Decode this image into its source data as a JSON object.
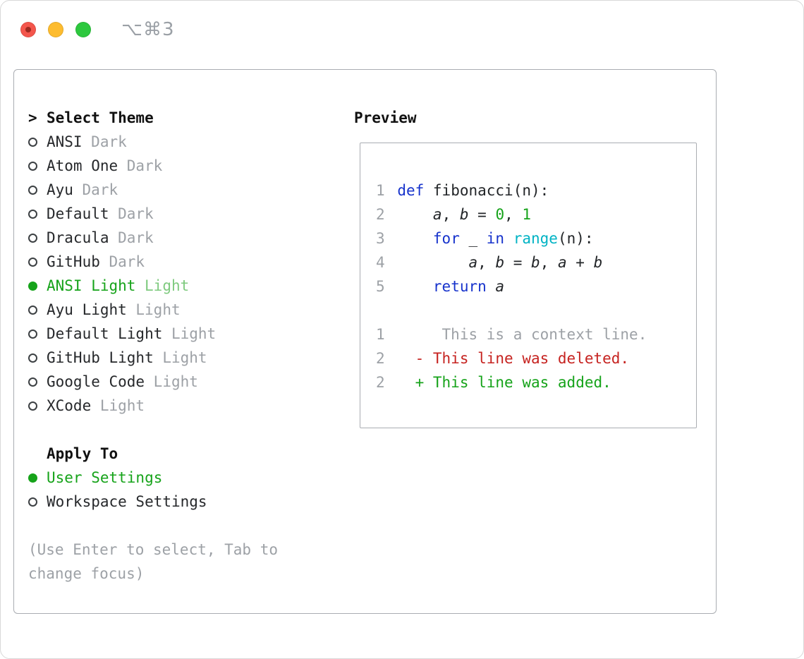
{
  "window": {
    "shortcut_label": "⌥⌘3"
  },
  "colors": {
    "keyword": "#1733cc",
    "number": "#16a31a",
    "function": "#00b3c4",
    "added": "#16a31a",
    "deleted": "#c62320",
    "context": "#9da1a6",
    "muted": "#9da1a6",
    "selected": "#16a31a",
    "text": "#222528"
  },
  "theme_picker": {
    "prompt": ">",
    "title": "Select Theme",
    "items": [
      {
        "name": "ANSI",
        "variant": "Dark",
        "selected": false
      },
      {
        "name": "Atom One",
        "variant": "Dark",
        "selected": false
      },
      {
        "name": "Ayu",
        "variant": "Dark",
        "selected": false
      },
      {
        "name": "Default",
        "variant": "Dark",
        "selected": false
      },
      {
        "name": "Dracula",
        "variant": "Dark",
        "selected": false
      },
      {
        "name": "GitHub",
        "variant": "Dark",
        "selected": false
      },
      {
        "name": "ANSI Light",
        "variant": "Light",
        "selected": true
      },
      {
        "name": "Ayu Light",
        "variant": "Light",
        "selected": false
      },
      {
        "name": "Default Light",
        "variant": "Light",
        "selected": false
      },
      {
        "name": "GitHub Light",
        "variant": "Light",
        "selected": false
      },
      {
        "name": "Google Code",
        "variant": "Light",
        "selected": false
      },
      {
        "name": "XCode",
        "variant": "Light",
        "selected": false
      }
    ]
  },
  "apply_to": {
    "title": "Apply To",
    "options": [
      {
        "label": "User Settings",
        "selected": true
      },
      {
        "label": "Workspace Settings",
        "selected": false
      }
    ]
  },
  "hint": "(Use Enter to select, Tab to change focus)",
  "preview": {
    "title": "Preview",
    "code_lines": [
      {
        "num": "1",
        "tokens": [
          {
            "t": "def",
            "s": "kw"
          },
          {
            "t": " fibonacci(n):",
            "s": "p"
          }
        ]
      },
      {
        "num": "2",
        "tokens": [
          {
            "t": "    ",
            "s": "p"
          },
          {
            "t": "a",
            "s": "v"
          },
          {
            "t": ", ",
            "s": "p"
          },
          {
            "t": "b",
            "s": "v"
          },
          {
            "t": " = ",
            "s": "p"
          },
          {
            "t": "0",
            "s": "num"
          },
          {
            "t": ", ",
            "s": "p"
          },
          {
            "t": "1",
            "s": "num"
          }
        ]
      },
      {
        "num": "3",
        "tokens": [
          {
            "t": "    ",
            "s": "p"
          },
          {
            "t": "for",
            "s": "kw"
          },
          {
            "t": " _ ",
            "s": "p"
          },
          {
            "t": "in",
            "s": "kw"
          },
          {
            "t": " ",
            "s": "p"
          },
          {
            "t": "range",
            "s": "fn"
          },
          {
            "t": "(n):",
            "s": "p"
          }
        ]
      },
      {
        "num": "4",
        "tokens": [
          {
            "t": "        ",
            "s": "p"
          },
          {
            "t": "a",
            "s": "v"
          },
          {
            "t": ", ",
            "s": "p"
          },
          {
            "t": "b",
            "s": "v"
          },
          {
            "t": " = ",
            "s": "p"
          },
          {
            "t": "b",
            "s": "v"
          },
          {
            "t": ", ",
            "s": "p"
          },
          {
            "t": "a",
            "s": "v"
          },
          {
            "t": " + ",
            "s": "p"
          },
          {
            "t": "b",
            "s": "v"
          }
        ]
      },
      {
        "num": "5",
        "tokens": [
          {
            "t": "    ",
            "s": "p"
          },
          {
            "t": "return",
            "s": "kw"
          },
          {
            "t": " ",
            "s": "p"
          },
          {
            "t": "a",
            "s": "v"
          }
        ]
      }
    ],
    "diff_lines": [
      {
        "num": "1",
        "kind": "context",
        "text": "     This is a context line."
      },
      {
        "num": "2",
        "kind": "deleted",
        "text": "  - This line was deleted."
      },
      {
        "num": "2",
        "kind": "added",
        "text": "  + This line was added."
      }
    ]
  }
}
